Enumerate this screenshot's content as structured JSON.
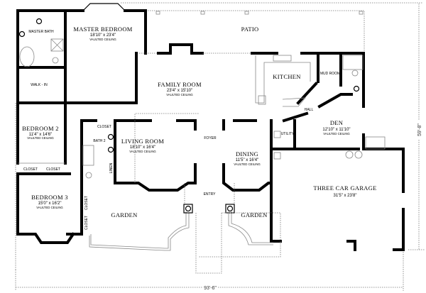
{
  "plan": {
    "rooms": {
      "master_bedroom": {
        "name": "MASTER BEDROOM",
        "size": "18'10\" x 23'4\"",
        "note": "VAULTED CEILING"
      },
      "master_bath": {
        "name": "MASTER BATH"
      },
      "walk_in": {
        "name": "WALK - IN"
      },
      "patio": {
        "name": "PATIO"
      },
      "family_room": {
        "name": "FAMILY ROOM",
        "size": "23'4\" x 15'10\"",
        "note": "VAULTED CEILING"
      },
      "kitchen": {
        "name": "KITCHEN"
      },
      "mud_room": {
        "name": "MUD ROOM"
      },
      "hall": {
        "name": "HALL"
      },
      "den": {
        "name": "DEN",
        "size": "12'10\" x 11'10\"",
        "note": "VAULTED CEILING"
      },
      "bedroom2": {
        "name": "BEDROOM 2",
        "size": "11'4\" x 14'6\"",
        "note": "VAULTED CEILING"
      },
      "closet_top": {
        "name": "CLOSET"
      },
      "closet_b2a": {
        "name": "CLOSET"
      },
      "closet_b2b": {
        "name": "CLOSET"
      },
      "bath2": {
        "name": "BATH 2"
      },
      "linen": {
        "name": "LINEN"
      },
      "living_room": {
        "name": "LIVING ROOM",
        "size": "18'10\" x 16'4\"",
        "note": "VAULTED CEILING"
      },
      "foyer": {
        "name": "FOYER"
      },
      "dining": {
        "name": "DINING",
        "size": "11'5\" x 16'4\"",
        "note": "VAULTED CEILING"
      },
      "utility": {
        "name": "UTILITY"
      },
      "bedroom3": {
        "name": "BEDROOM 3",
        "size": "15'0\" x 16'2\"",
        "note": "VAULTED CEILING"
      },
      "closet_b3a": {
        "name": "CLOSET"
      },
      "closet_b3b": {
        "name": "CLOSET"
      },
      "entry": {
        "name": "ENTRY"
      },
      "garden_left": {
        "name": "GARDEN"
      },
      "garden_right": {
        "name": "GARDEN"
      },
      "garage": {
        "name": "THREE CAR GARAGE",
        "size": "31'5\" x 23'8\""
      }
    },
    "dimensions": {
      "width": "93'-6\"",
      "depth": "59'-8\""
    }
  }
}
